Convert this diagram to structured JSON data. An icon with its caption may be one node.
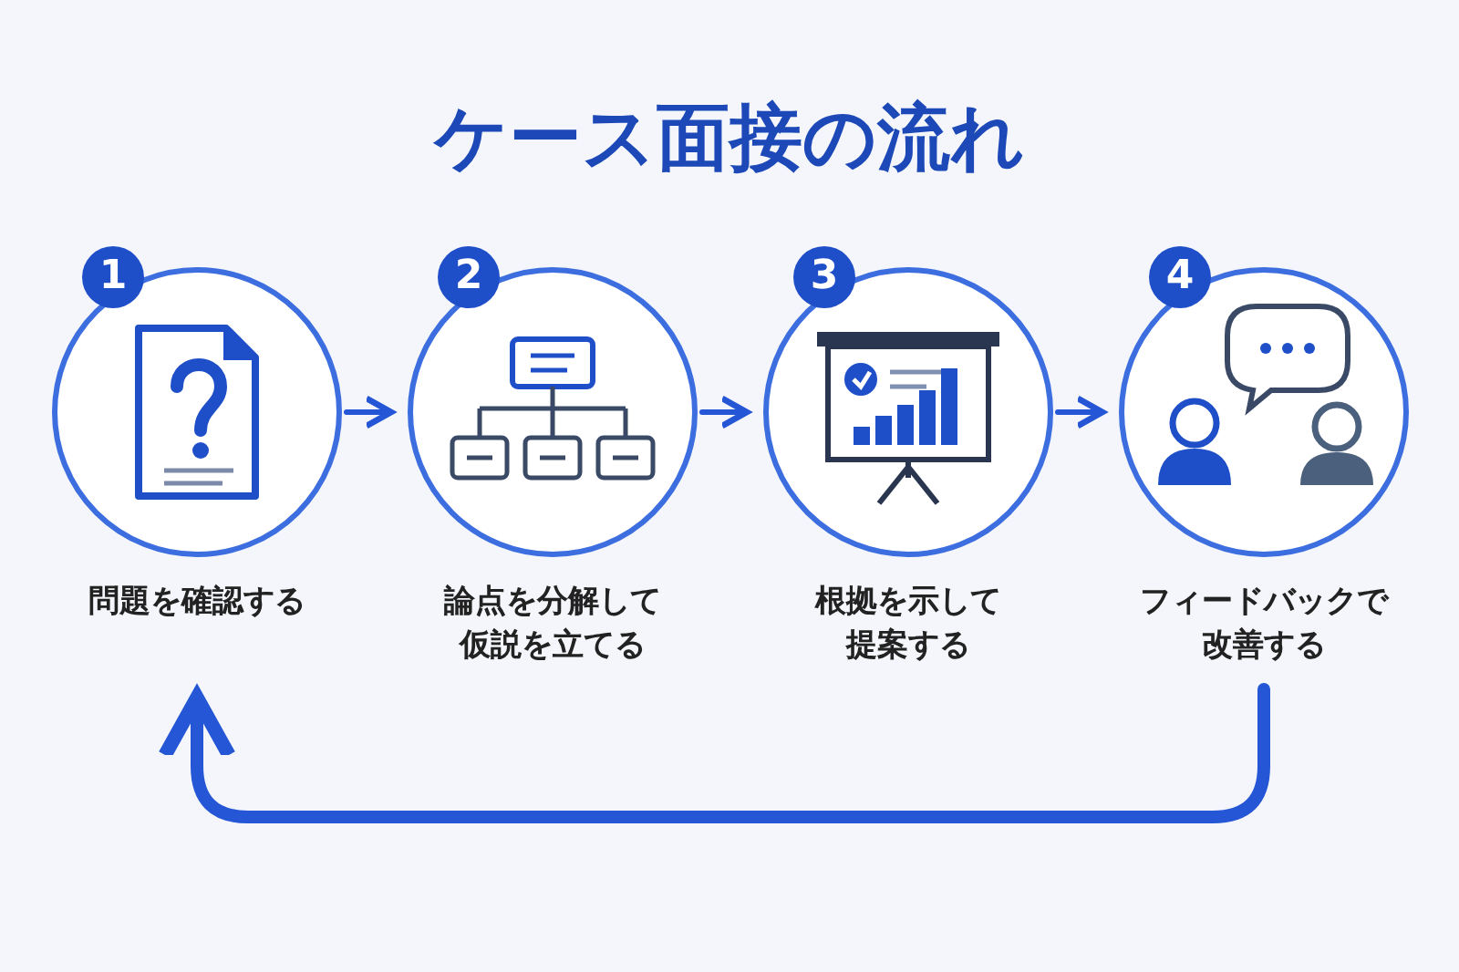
{
  "diagram": {
    "title": "ケース面接の流れ",
    "nodes": [
      {
        "text": [],
        "shape": "circle",
        "beside": [
          "1",
          "問題を確認する"
        ]
      },
      {
        "text": [],
        "shape": "circle",
        "beside": [
          "2",
          "論点を分解して仮説を立てる"
        ]
      },
      {
        "text": [],
        "shape": "circle",
        "beside": [
          "3",
          "根拠を示して提案する"
        ]
      },
      {
        "text": [],
        "shape": "circle",
        "beside": [
          "4",
          "フィードバックで改善する"
        ]
      }
    ],
    "edges": [
      {
        "from": 0,
        "to": 1,
        "arrow": "to"
      },
      {
        "from": 1,
        "to": 2,
        "arrow": "to"
      },
      {
        "from": 2,
        "to": 3,
        "arrow": "to"
      },
      {
        "from": 3,
        "to": 0,
        "arrow": "to",
        "style": "thick"
      }
    ]
  }
}
